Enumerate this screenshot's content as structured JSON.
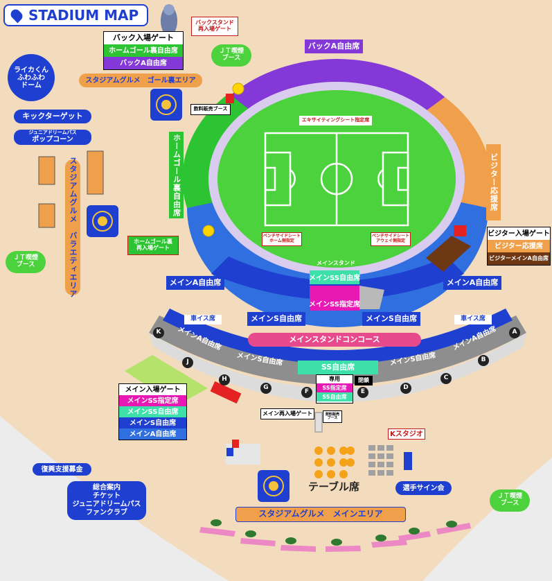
{
  "header": {
    "title": "STADIUM MAP"
  },
  "gates": {
    "back_gate": {
      "title": "バック入場ゲート",
      "rows": [
        "ホームゴール裏自由席",
        "バックA自由席"
      ]
    },
    "visitor_gate": {
      "title": "ビジター入場ゲート",
      "rows": [
        "ビジター応援席",
        "ビジターメインA自由席"
      ]
    },
    "main_gate": {
      "title": "メイン入場ゲート",
      "rows": [
        "メインSS指定席",
        "メインSS自由席",
        "メインS自由席",
        "メインA自由席"
      ]
    },
    "back_reentry": "バックスタンド\n再入場ゲート",
    "home_goal_reentry": "ホームゴール裏\n再入場ゲート",
    "main_reentry": "メイン再入場ゲート"
  },
  "left_area": {
    "raika_dome": "ライカくん\nふわふわ\nドーム",
    "kicker_gate": "キックターゲット",
    "popcorn_sub": "ジュニアドリームパス",
    "popcorn": "ポップコーン",
    "gourmet_goal": "スタジアムグルメ　ゴール裏エリア",
    "gourmet_variety": "スタジアムグルメ　バラエティエリア",
    "jt_booth_left": "ＪＴ喫煙\nブース",
    "jt_booth_top": "ＪＴ喫煙\nブース",
    "drink_booth": "飲料販売ブース"
  },
  "stands": {
    "back_a": "バックA自由席",
    "home_goal": "ホームゴール裏自由席",
    "visitor_support": "ビジター応援席",
    "excite_seat": "エキサイティングシート指定席",
    "bench_home": "ベンチサイドシート\nホーム側指定",
    "bench_away": "ベンチサイドシート\nアウェイ側指定",
    "main_stand": "メインスタンド",
    "main_ss_free": "メインSS自由席",
    "main_ss_reserved": "メインSS指定席",
    "main_a_left": "メインA自由席",
    "main_a_right": "メインA自由席",
    "main_s_left": "メインS自由席",
    "main_s_right": "メインS自由席",
    "concourse": "メインスタンドコンコース",
    "arc_main_a_left": "メインA自由席",
    "arc_main_s_left": "メインS自由席",
    "arc_ss_free": "SS自由席",
    "arc_main_s_right": "メインS自由席",
    "arc_main_a_right": "メインA自由席",
    "wheelchair": "車イス席",
    "wc_small": "車イス席",
    "exclusive": "専用",
    "excl_ss_reserved": "SS指定席",
    "excl_ss_free": "SS自由席",
    "closed": "閉鎖",
    "drink_small": "飲料販売\nブース"
  },
  "gate_letters": [
    "A",
    "B",
    "C",
    "D",
    "E",
    "F",
    "G",
    "H",
    "J",
    "K"
  ],
  "bottom": {
    "fukko": "復興支援募金",
    "info": "総合案内\nチケット\nジュニアドリームパス\nファンクラブ",
    "table_seat": "テーブル席",
    "k_studio": "Kスタジオ",
    "signing": "選手サイン会",
    "jt_booth_right": "ＪＴ喫煙\nブース",
    "gourmet_main": "スタジアムグルメ　メインエリア"
  },
  "colors": {
    "ground": "#f2dcbd",
    "field": "#4cd23c",
    "purple": "#8438d8",
    "green": "#2cc432",
    "orange": "#f0a04a",
    "blue": "#1e3fd0",
    "mid_blue": "#2f6fe0",
    "teal": "#3ce0a8",
    "magenta": "#e8188c",
    "pink": "#e64a8c",
    "brown": "#6e3814",
    "red": "#e42222",
    "gray": "#b9b9b9"
  }
}
